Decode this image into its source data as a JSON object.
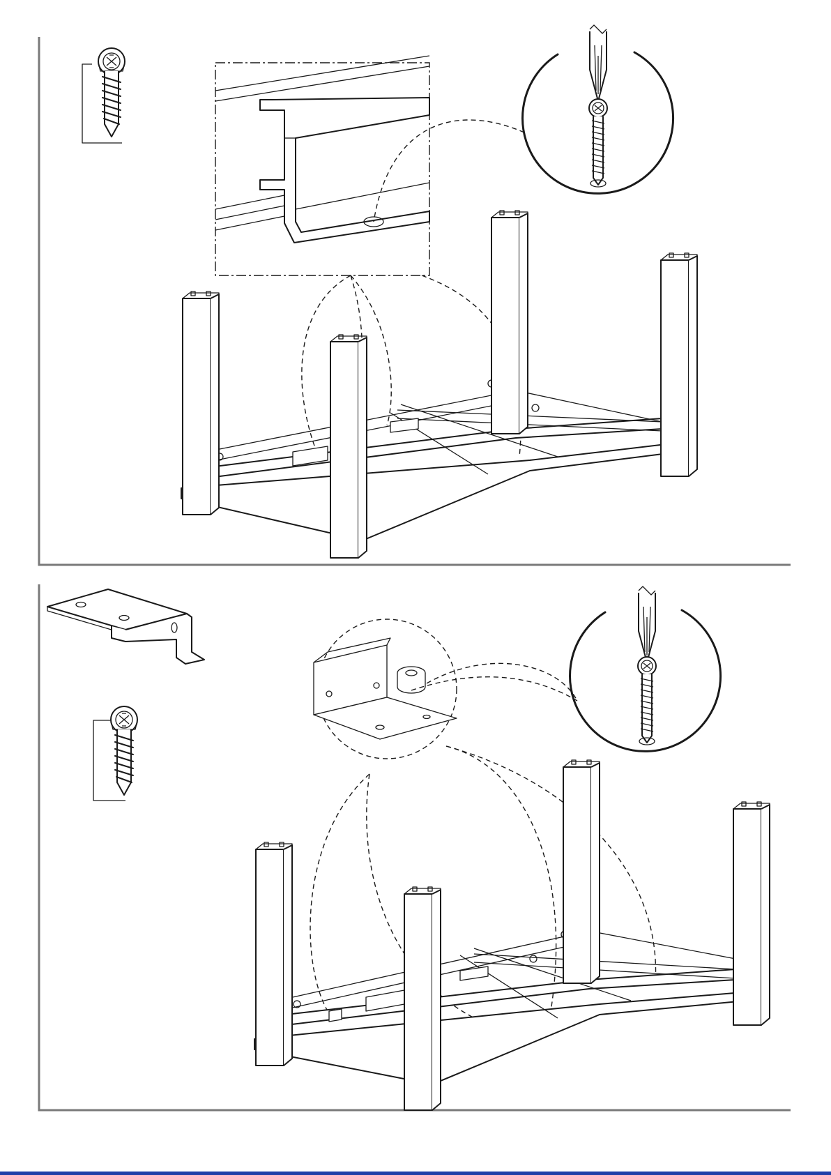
{
  "document": {
    "type": "furniture assembly instructions",
    "steps": [
      {
        "id": "upper",
        "parts_shown": [
          "screw"
        ],
        "detail_views": [
          "rail-channel-detail",
          "screwdriver-screw-detail"
        ],
        "icons": [
          "screw-icon",
          "screwdriver-icon"
        ]
      },
      {
        "id": "lower",
        "parts_shown": [
          "angle-bracket",
          "screw"
        ],
        "detail_views": [
          "bracket-corner-detail",
          "screwdriver-screw-detail"
        ],
        "icons": [
          "bracket-icon",
          "screw-icon",
          "screwdriver-icon"
        ]
      }
    ]
  },
  "colors": {
    "line": "#1a1a1a",
    "panel_border": "#7a7a7a",
    "footer_bar": "#1f3fa8",
    "background": "#ffffff"
  }
}
